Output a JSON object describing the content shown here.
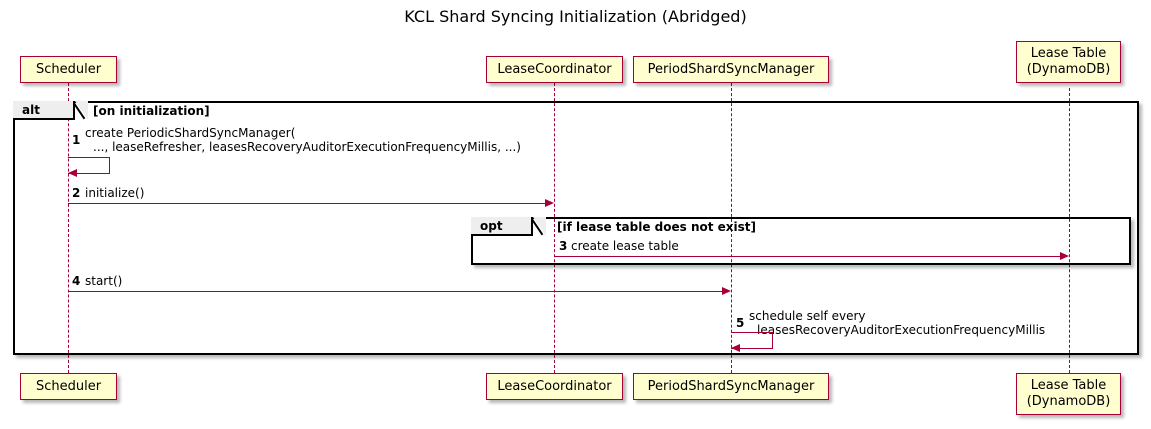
{
  "diagram": {
    "title": "KCL Shard Syncing Initialization (Abridged)",
    "type": "uml-sequence-diagram",
    "colors": {
      "participant_fill": "#FEFECE",
      "participant_border": "#A80036",
      "arrow": "#A80036",
      "frame_border": "#000000",
      "frame_tab_fill": "#EEEEEE",
      "background": "#FFFFFF"
    }
  },
  "participants": [
    {
      "id": "scheduler",
      "label": "Scheduler",
      "lines": [
        "Scheduler"
      ]
    },
    {
      "id": "lease-coordinator",
      "label": "LeaseCoordinator",
      "lines": [
        "LeaseCoordinator"
      ]
    },
    {
      "id": "period-shard-sync-manager",
      "label": "PeriodShardSyncManager",
      "lines": [
        "PeriodShardSyncManager"
      ]
    },
    {
      "id": "lease-table",
      "label": "Lease Table (DynamoDB)",
      "lines": [
        "Lease Table",
        "(DynamoDB)"
      ]
    }
  ],
  "fragments": [
    {
      "id": "alt",
      "operator": "alt",
      "guard": "[on initialization]"
    },
    {
      "id": "opt",
      "operator": "opt",
      "guard": "[if lease table does not exist]"
    }
  ],
  "messages": [
    {
      "number": "1",
      "from": "scheduler",
      "to": "scheduler",
      "kind": "self",
      "lines": [
        "create PeriodicShardSyncManager(",
        "..., leaseRefresher, leasesRecoveryAuditorExecutionFrequencyMillis, ...)"
      ]
    },
    {
      "number": "2",
      "from": "scheduler",
      "to": "lease-coordinator",
      "kind": "call",
      "lines": [
        "initialize()"
      ]
    },
    {
      "number": "3",
      "from": "lease-coordinator",
      "to": "lease-table",
      "kind": "call",
      "lines": [
        "create lease table"
      ]
    },
    {
      "number": "4",
      "from": "scheduler",
      "to": "period-shard-sync-manager",
      "kind": "call",
      "lines": [
        "start()"
      ]
    },
    {
      "number": "5",
      "from": "period-shard-sync-manager",
      "to": "period-shard-sync-manager",
      "kind": "self",
      "lines": [
        "schedule self every",
        "leasesRecoveryAuditorExecutionFrequencyMillis"
      ]
    }
  ]
}
